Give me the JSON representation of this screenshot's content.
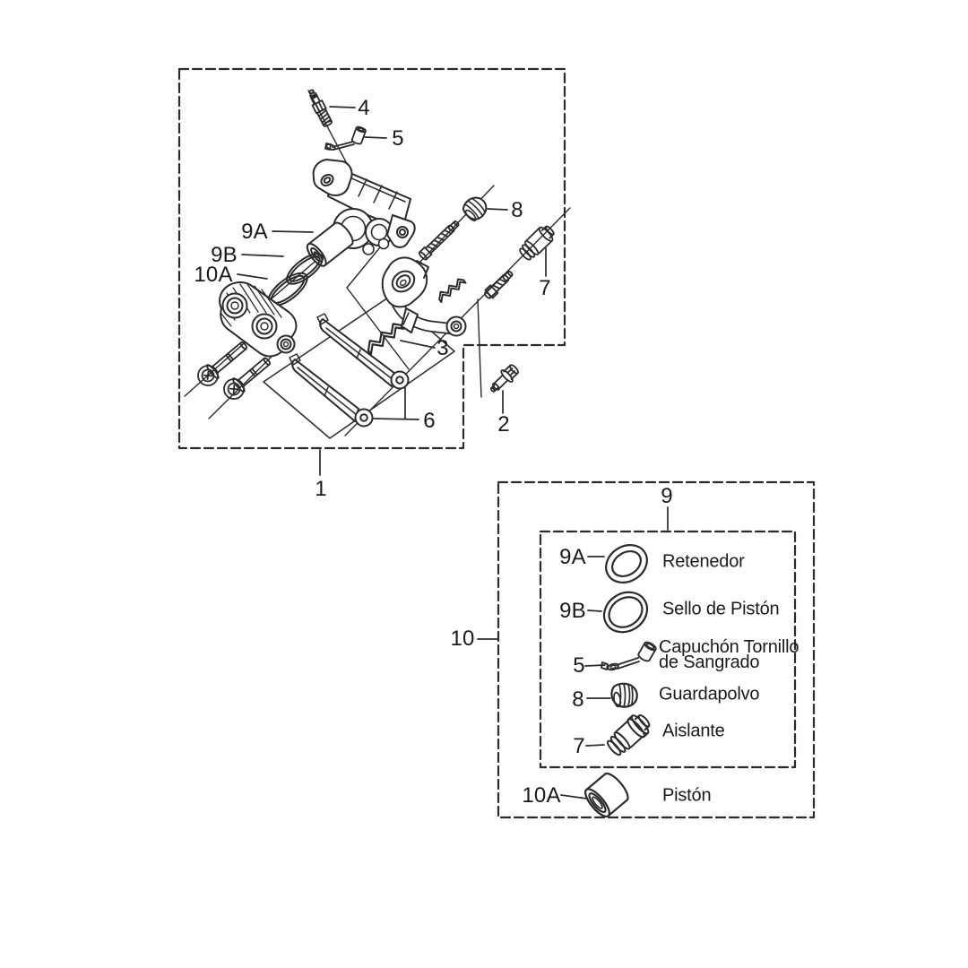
{
  "callouts": {
    "c1": "1",
    "c2": "2",
    "c3": "3",
    "c4": "4",
    "c5": "5",
    "c6": "6",
    "c7": "7",
    "c8": "8",
    "c9": "9",
    "c10": "10",
    "c9a": "9A",
    "c9b": "9B",
    "c10a": "10A"
  },
  "legend": {
    "items": [
      {
        "ref": "9A",
        "name": "Retenedor"
      },
      {
        "ref": "9B",
        "name": "Sello de Pistón"
      },
      {
        "ref": "5",
        "name": "Capuchón Tornillo de Sangrado"
      },
      {
        "ref": "8",
        "name": "Guardapolvo"
      },
      {
        "ref": "7",
        "name": "Aislante"
      },
      {
        "ref": "10A",
        "name": "Pistón"
      }
    ]
  }
}
